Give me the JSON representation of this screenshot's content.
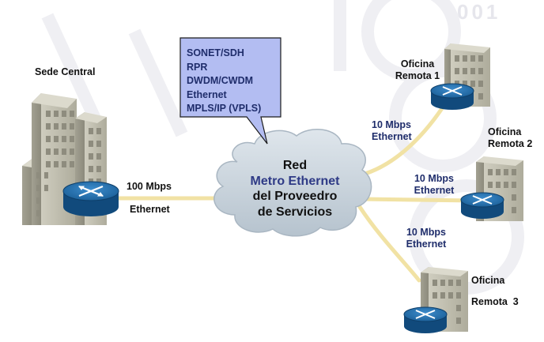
{
  "protocols_callout": {
    "lines": [
      "SONET/SDH",
      "RPR",
      "DWDM/CWDM",
      "Ethernet",
      "MPLS/IP (VPLS)"
    ]
  },
  "provider_network": {
    "line1": "Red",
    "line2": "Metro Ethernet",
    "line3": "del Proveedro",
    "line4": "de Servicios"
  },
  "headquarters": {
    "label": "Sede Central",
    "link_speed": "100 Mbps",
    "link_type": "Ethernet"
  },
  "remote_office_1": {
    "label_line1": "Oficina",
    "label_line2": "Remota 1",
    "link_speed": "10 Mbps",
    "link_type": "Ethernet"
  },
  "remote_office_2": {
    "label_line1": "Oficina",
    "label_line2": "Remota 2",
    "link_speed": "10 Mbps",
    "link_type": "Ethernet"
  },
  "remote_office_3": {
    "label_line1": "Oficina",
    "label_line2": "Remota  3",
    "link_speed": "10 Mbps",
    "link_type": "Ethernet"
  },
  "background_watermark": {
    "digits": "001"
  },
  "colors": {
    "link_line": "#f3e3a5",
    "cloud_fill": "#c8d3dc",
    "callout_fill": "#b3bdf2",
    "router_fill": "#1d6aa5",
    "building_fill": "#b9b7a8"
  }
}
